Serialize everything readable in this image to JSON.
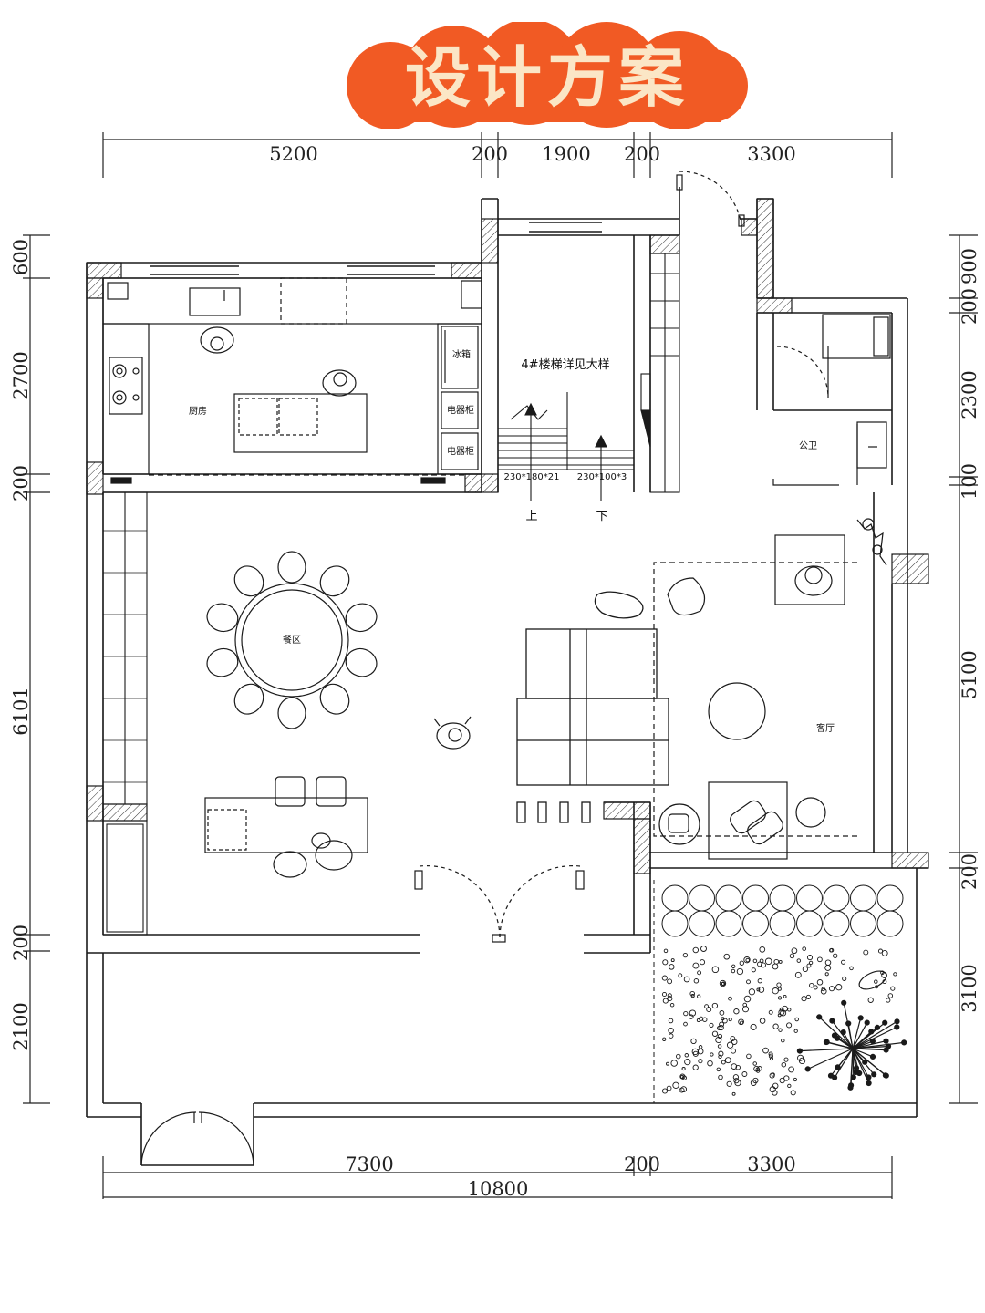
{
  "title": "设计方案",
  "colors": {
    "badge": "#f15a24",
    "badge_text": "#fbe6c6",
    "line": "#1a1a1a"
  },
  "dims": {
    "top": [
      "5200",
      "200",
      "1900",
      "200",
      "3300"
    ],
    "bottom": [
      "7300",
      "200",
      "3300"
    ],
    "total": "10800",
    "left": [
      "600",
      "2700",
      "200",
      "6101",
      "200",
      "2100"
    ],
    "right": [
      "900",
      "200",
      "2300",
      "100",
      "5100",
      "200",
      "3100"
    ]
  },
  "rooms": {
    "kitchen": "厨房",
    "dining": "餐区",
    "living": "客厅",
    "bath": "公卫",
    "fridge": "冰箱",
    "appliance1": "电器柜",
    "appliance2": "电器柜",
    "stair_note": "4#楼梯详见大样",
    "stair_step1": "230*180*21",
    "stair_step2": "230*100*3",
    "up": "上",
    "down": "下"
  }
}
